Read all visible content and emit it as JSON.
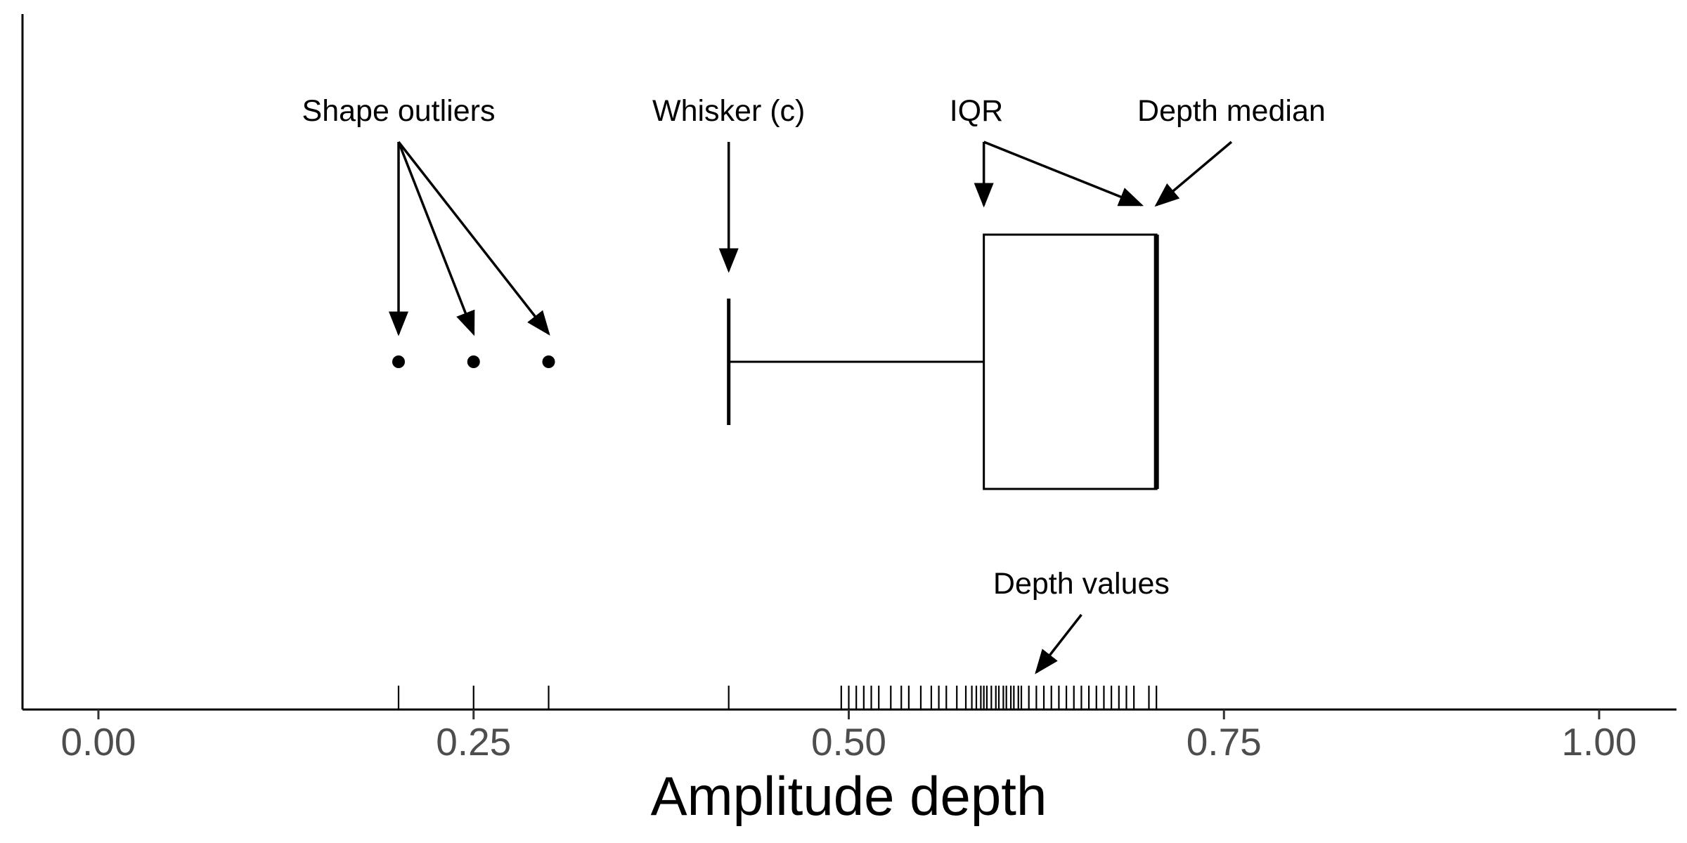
{
  "chart_data": {
    "type": "boxplot",
    "xlabel": "Amplitude depth",
    "ylabel": "",
    "xlim": [
      -0.05,
      1.05
    ],
    "x_ticks": [
      0.0,
      0.25,
      0.5,
      0.75,
      1.0
    ],
    "x_tick_labels": [
      "0.00",
      "0.25",
      "0.50",
      "0.75",
      "1.00"
    ],
    "grid": false,
    "box": {
      "q1": 0.59,
      "median": 0.705,
      "q3": 0.705,
      "whisker_low": 0.42,
      "whisker_high": 0.705
    },
    "outliers": [
      0.2,
      0.25,
      0.3
    ],
    "rug_values": [
      0.2,
      0.25,
      0.3,
      0.42,
      0.495,
      0.5,
      0.505,
      0.51,
      0.515,
      0.52,
      0.528,
      0.535,
      0.54,
      0.548,
      0.555,
      0.56,
      0.565,
      0.572,
      0.578,
      0.582,
      0.585,
      0.588,
      0.59,
      0.592,
      0.595,
      0.598,
      0.6,
      0.603,
      0.605,
      0.608,
      0.61,
      0.613,
      0.615,
      0.62,
      0.625,
      0.63,
      0.635,
      0.64,
      0.645,
      0.65,
      0.655,
      0.66,
      0.665,
      0.67,
      0.675,
      0.68,
      0.685,
      0.69,
      0.7,
      0.705
    ],
    "annotations": [
      {
        "text": "Shape outliers",
        "text_x": 0.2,
        "from_x": 0.2,
        "targets": [
          0.2,
          0.25,
          0.3
        ],
        "level": "outliers"
      },
      {
        "text": "Whisker (c)",
        "text_x": 0.42,
        "from_x": 0.42,
        "targets": [
          0.42
        ],
        "level": "whisker"
      },
      {
        "text": "IQR",
        "text_x": 0.585,
        "from_x": 0.59,
        "targets": [
          0.59,
          0.695
        ],
        "level": "box"
      },
      {
        "text": "Depth median",
        "text_x": 0.755,
        "from_x": 0.755,
        "targets": [
          0.705
        ],
        "level": "box"
      },
      {
        "text": "Depth values",
        "text_x": 0.655,
        "from_x": 0.655,
        "targets": [
          0.625
        ],
        "level": "rug"
      }
    ]
  }
}
